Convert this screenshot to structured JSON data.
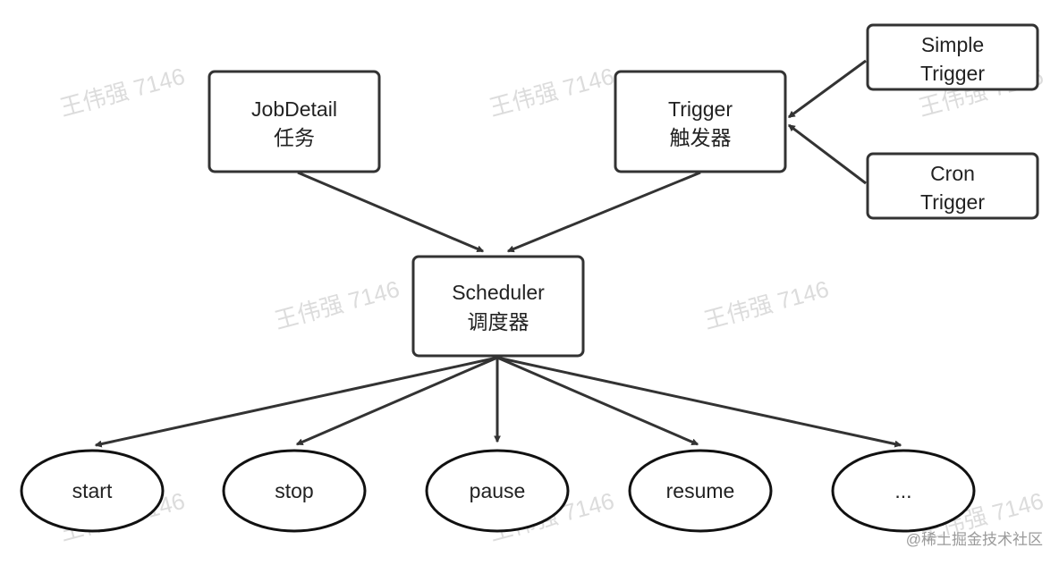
{
  "watermark": {
    "text": "王伟强 7146"
  },
  "credit": {
    "text": "@稀土掘金技术社区"
  },
  "nodes": {
    "jobdetail": {
      "line1": "JobDetail",
      "line2": "任务"
    },
    "trigger": {
      "line1": "Trigger",
      "line2": "触发器"
    },
    "simple_trigger": {
      "line1": "Simple",
      "line2": "Trigger"
    },
    "cron_trigger": {
      "line1": "Cron",
      "line2": "Trigger"
    },
    "scheduler": {
      "line1": "Scheduler",
      "line2": "调度器"
    }
  },
  "actions": [
    {
      "label": "start"
    },
    {
      "label": "stop"
    },
    {
      "label": "pause"
    },
    {
      "label": "resume"
    },
    {
      "label": "..."
    }
  ]
}
